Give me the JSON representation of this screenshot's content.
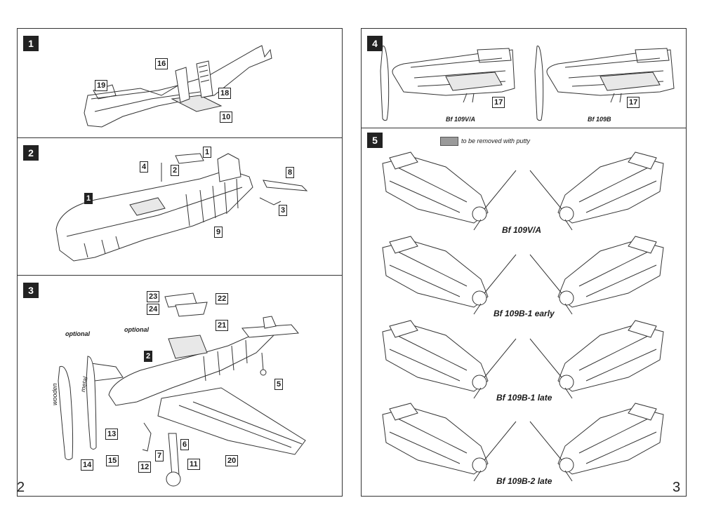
{
  "page_left": "2",
  "page_right": "3",
  "step1": {
    "number": "1",
    "callouts": [
      "16",
      "19",
      "18",
      "10"
    ]
  },
  "step2": {
    "number": "2",
    "callouts": [
      "1",
      "4",
      "2",
      "8",
      "3",
      "9"
    ],
    "sub_ref": "1"
  },
  "step3": {
    "number": "3",
    "callouts": [
      "23",
      "22",
      "24",
      "21",
      "5",
      "13",
      "7",
      "6",
      "12",
      "11",
      "14",
      "15",
      "20"
    ],
    "sub_ref": "2",
    "optional_1": "optional",
    "optional_2": "optional",
    "wooden": "wooden",
    "metal": "metal"
  },
  "step4": {
    "number": "4",
    "callouts": [
      "17",
      "17"
    ],
    "variant_a": "Bf 109V/A",
    "variant_b": "Bf 109B"
  },
  "step5": {
    "number": "5",
    "legend": "to be removed with putty",
    "legend_color": "#9a9a9a",
    "variants": [
      "Bf 109V/A",
      "Bf 109B-1 early",
      "Bf 109B-1 late",
      "Bf 109B-2 late"
    ]
  }
}
